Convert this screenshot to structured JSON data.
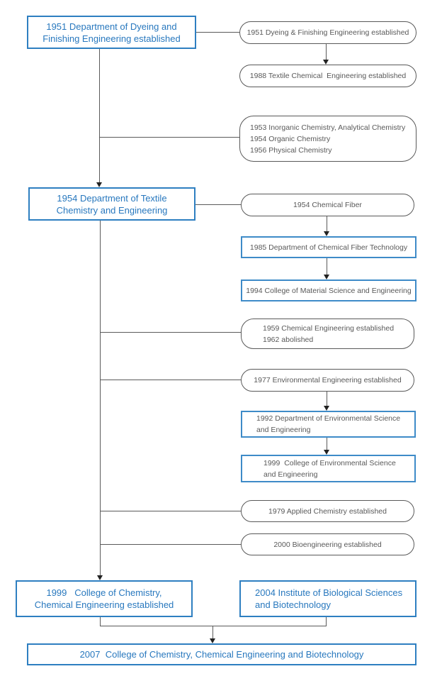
{
  "diagram": {
    "colors": {
      "primary_border": "#2e7fc1",
      "primary_text": "#2878be",
      "outline_border": "#3e8bc8",
      "grey_border": "#595959",
      "grey_text": "#595959",
      "connector_line": "#5a5a5a",
      "arrowhead": "#222222",
      "background": "#ffffff"
    },
    "nodes": [
      {
        "id": "dept-1951",
        "type": "primary",
        "text": "1951 Department of Dyeing and\nFinishing Engineering established"
      },
      {
        "id": "est-1951",
        "type": "rounded",
        "text": "1951 Dyeing & Finishing Engineering established"
      },
      {
        "id": "est-1988",
        "type": "rounded",
        "text": "1988 Textile Chemical  Engineering established"
      },
      {
        "id": "est-1953",
        "type": "rounded",
        "text": "1953 Inorganic Chemistry, Analytical Chemistry\n1954 Organic Chemistry\n1956 Physical Chemistry"
      },
      {
        "id": "dept-1954",
        "type": "primary",
        "text": "1954 Department of Textile\nChemistry and Engineering"
      },
      {
        "id": "fiber-1954",
        "type": "rounded",
        "text": "1954 Chemical Fiber"
      },
      {
        "id": "dept-1985",
        "type": "outline",
        "text": "1985 Department of Chemical Fiber Technology"
      },
      {
        "id": "college-1994",
        "type": "outline",
        "text": "1994 College of Material Science and Engineering"
      },
      {
        "id": "est-1959",
        "type": "rounded",
        "text": "1959 Chemical Engineering established\n1962 abolished"
      },
      {
        "id": "est-1977",
        "type": "rounded",
        "text": "1977 Environmental Engineering established"
      },
      {
        "id": "dept-1992",
        "type": "outline",
        "text": "1992 Department of Environmental Science\nand Engineering"
      },
      {
        "id": "college-1999-env",
        "type": "outline",
        "text": "1999  College of Environmental Science\nand Engineering"
      },
      {
        "id": "est-1979",
        "type": "rounded",
        "text": "1979 Applied Chemistry established"
      },
      {
        "id": "est-2000",
        "type": "rounded",
        "text": "2000 Bioengineering established"
      },
      {
        "id": "college-1999",
        "type": "primary",
        "text": "1999   College of Chemistry,\nChemical Engineering established"
      },
      {
        "id": "inst-2004",
        "type": "primary",
        "text": "2004 Institute of Biological Sciences\nand Biotechnology"
      },
      {
        "id": "college-2007",
        "type": "primary",
        "text": "2007  College of Chemistry, Chemical Engineering and Biotechnology"
      }
    ]
  }
}
